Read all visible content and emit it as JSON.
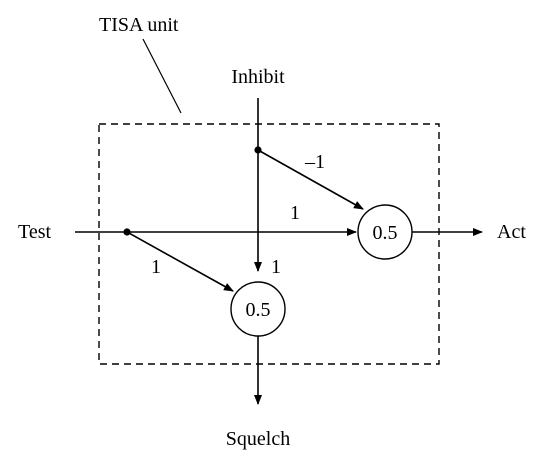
{
  "diagram": {
    "unit_label": "TISA unit",
    "inputs": {
      "inhibit": "Inhibit",
      "test": "Test"
    },
    "outputs": {
      "act": "Act",
      "squelch": "Squelch"
    },
    "nodes": {
      "act_threshold": "0.5",
      "squelch_threshold": "0.5"
    },
    "weights": {
      "inhibit_to_act": "–1",
      "test_to_act": "1",
      "test_to_squelch": "1",
      "inhibit_to_squelch": "1"
    }
  }
}
